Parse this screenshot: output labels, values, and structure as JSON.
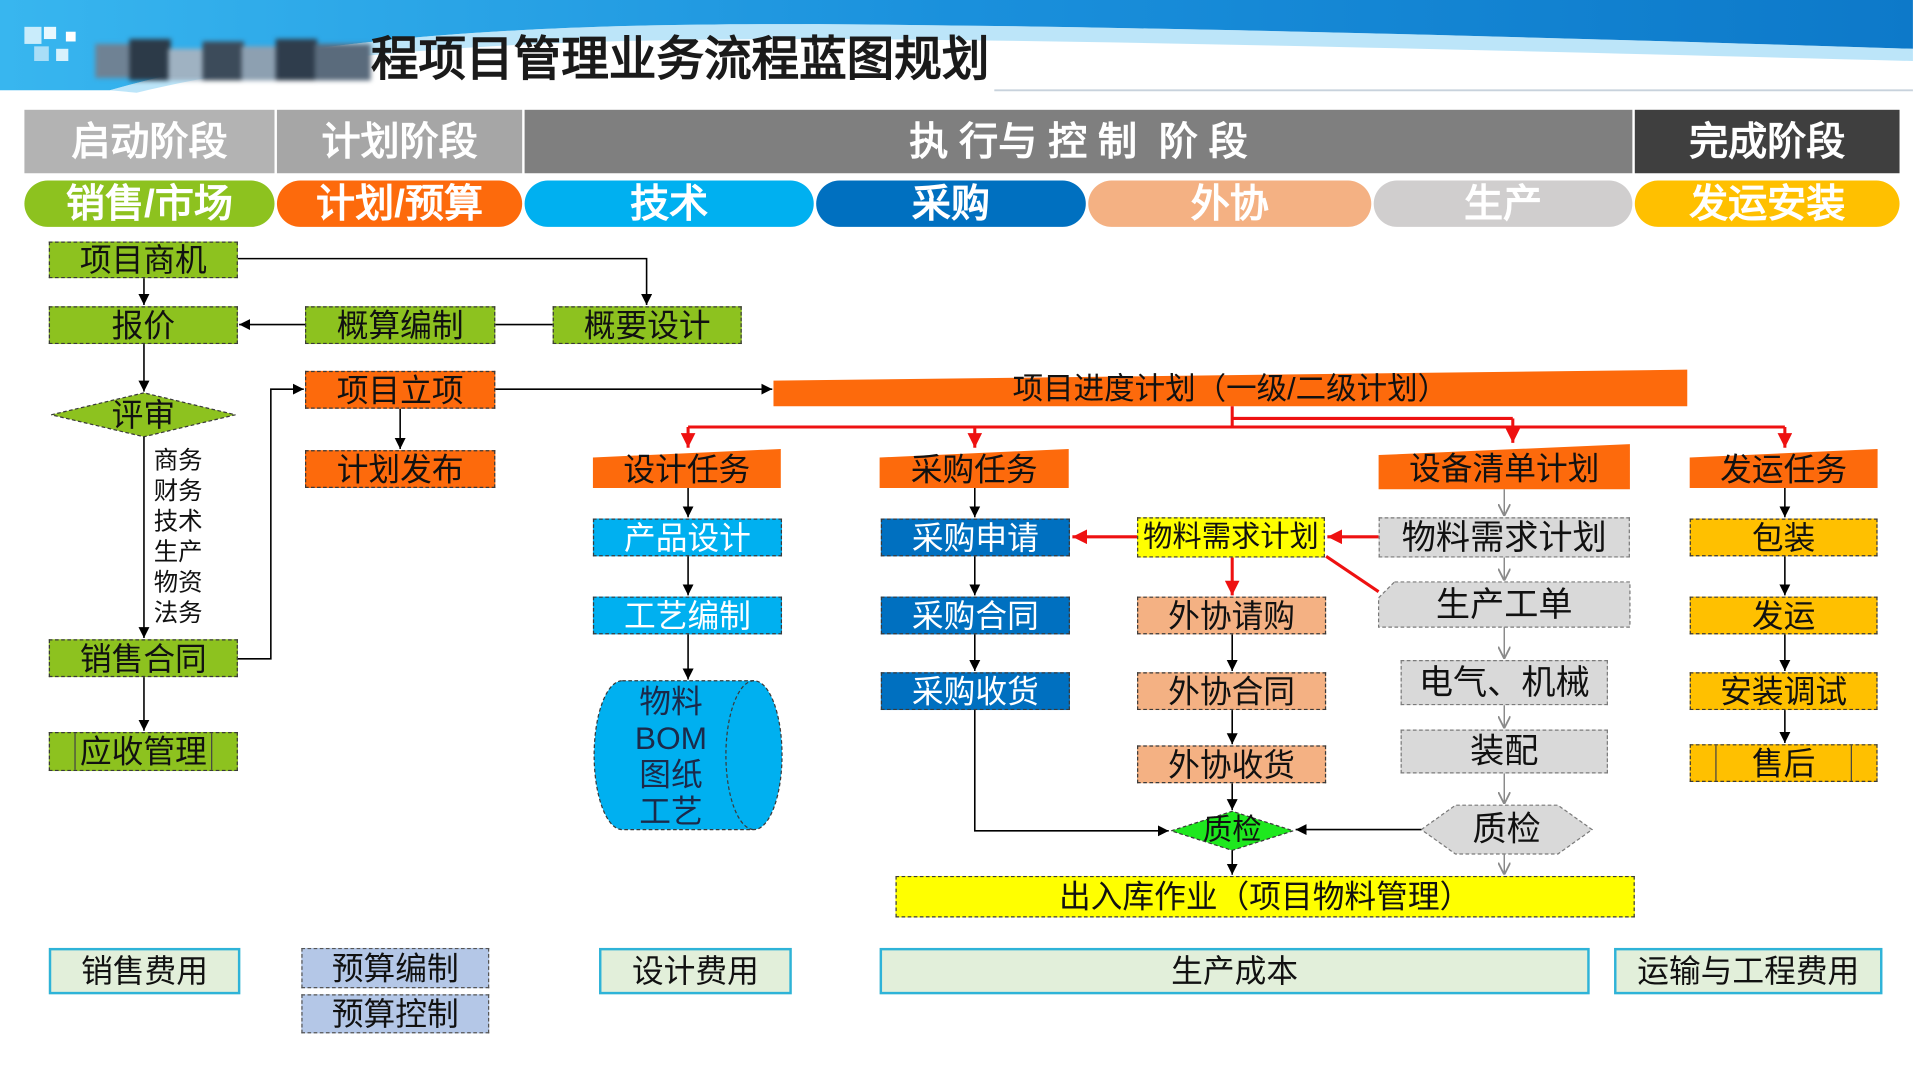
{
  "title": "程项目管理业务流程蓝图规划",
  "phases": [
    "启动阶段",
    "计划阶段",
    "执 行与 控 制  阶 段",
    "完成阶段"
  ],
  "departments": [
    "销售/市场",
    "计划/预算",
    "技术",
    "采购",
    "外协",
    "生产",
    "发运安装"
  ],
  "sales": {
    "opportunity": "项目商机",
    "quote": "报价",
    "review": "评审",
    "review_items": [
      "商务",
      "财务",
      "技术",
      "生产",
      "物资",
      "法务"
    ],
    "contract": "销售合同",
    "receivables": "应收管理"
  },
  "planning": {
    "estimate": "概算编制",
    "initiation": "项目立项",
    "release": "计划发布"
  },
  "schedule": "项目进度计划（一级/二级计划）",
  "tech": {
    "outline": "概要设计",
    "task": "设计任务",
    "product": "产品设计",
    "process": "工艺编制",
    "storage": [
      "物料",
      "BOM",
      "图纸",
      "工艺"
    ]
  },
  "purchase": {
    "task": "采购任务",
    "request": "采购申请",
    "contract": "采购合同",
    "receipt": "采购收货"
  },
  "outsource": {
    "mrp": "物料需求计划",
    "request": "外协请购",
    "contract": "外协合同",
    "receipt": "外协收货",
    "qc": "质检"
  },
  "production": {
    "plan": "设备清单计划",
    "mrp": "物料需求计划",
    "work_order": "生产工单",
    "electrical": "电气、机械",
    "assembly": "装配",
    "qc": "质检"
  },
  "shipping": {
    "task": "发运任务",
    "packing": "包装",
    "delivery": "发运",
    "install": "安装调试",
    "after_sales": "售后"
  },
  "warehouse": "出入库作业（项目物料管理）",
  "costs": {
    "sales": "销售费用",
    "budget_edit": "预算编制",
    "budget_control": "预算控制",
    "design": "设计费用",
    "production": "生产成本",
    "transport": "运输与工程费用"
  },
  "colors": {
    "green": "#8dc21f",
    "orange": "#fd6a0c",
    "cyan": "#00b0f0",
    "blue": "#0070c0",
    "peach": "#f4b183",
    "gray": "#d9d9d9",
    "pillgray": "#d0cece",
    "gold": "#ffc000",
    "yellow": "#ffff00",
    "lime": "#1ee81e",
    "cost": "#e2efda",
    "costborder": "#2eb3d8",
    "budget": "#b4c7e7",
    "red": "#ee1111",
    "phase1": "#b3b3b3",
    "phase2": "#a6a6a6",
    "phase3": "#7f7f7f",
    "phase4": "#3f3f3f"
  }
}
